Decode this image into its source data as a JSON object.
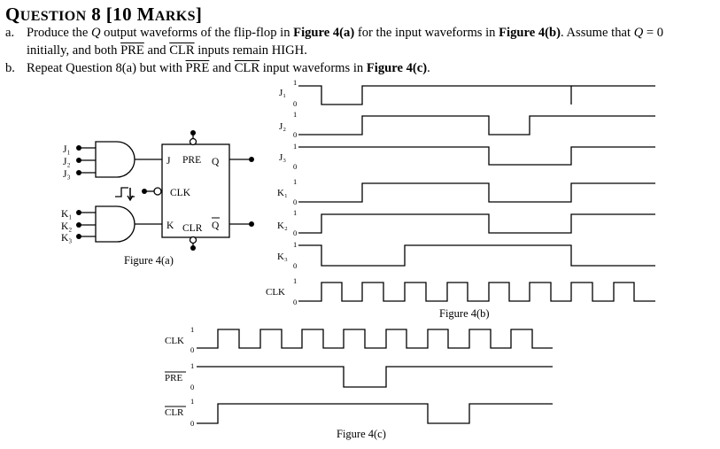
{
  "heading": {
    "prefix": "Q",
    "rest": "UESTION",
    "number": " 8 [10 ",
    "marks_m": "M",
    "marks_rest": "ARKS",
    "close": "]"
  },
  "part_a": {
    "label": "a.",
    "t1": "Produce the ",
    "q1": "Q",
    "t2": " output waveforms of the flip-flop in ",
    "fig1": "Figure 4(a)",
    "t3": " for the input waveforms in ",
    "fig2": "Figure 4(b)",
    "t4": ". Assume that ",
    "q2": "Q",
    "t5": " = 0",
    "line2_a": "initially, and both ",
    "pre": "PRE",
    "and": " and ",
    "clr": "CLR",
    "line2_b": " inputs remain HIGH."
  },
  "part_b": {
    "label": "b.",
    "t1": "Repeat Question 8(a) but with ",
    "pre": "PRE",
    "and": " and ",
    "clr": "CLR",
    "t2": " input waveforms in ",
    "fig": "Figure 4(c)",
    "t3": "."
  },
  "fig_a": {
    "caption": "Figure 4(a)",
    "inputs_j": [
      "J₁",
      "J₂",
      "J₃"
    ],
    "inputs_k": [
      "K₁",
      "K₂",
      "K₃"
    ],
    "pin_j": "J",
    "pin_pre": "PRE",
    "pin_q": "Q",
    "pin_clk": "CLK",
    "pin_k": "K",
    "pin_clr": "CLR",
    "pin_qbar": "Q"
  },
  "fig_b": {
    "caption": "Figure 4(b)",
    "signals": [
      {
        "label": "J₁",
        "hi": "1",
        "lo": "0"
      },
      {
        "label": "J₂",
        "hi": "1",
        "lo": "0"
      },
      {
        "label": "J₃",
        "hi": "1",
        "lo": "0"
      },
      {
        "label": "K₁",
        "hi": "1",
        "lo": "0"
      },
      {
        "label": "K₂",
        "hi": "1",
        "lo": "0"
      },
      {
        "label": "K₃",
        "hi": "1",
        "lo": "0"
      },
      {
        "label": "CLK",
        "hi": "1",
        "lo": "0"
      }
    ]
  },
  "fig_c": {
    "caption": "Figure 4(c)",
    "signals": [
      {
        "label": "CLK",
        "hi": "1",
        "lo": "0"
      },
      {
        "label": "PRE",
        "hi": "1",
        "lo": "0"
      },
      {
        "label": "CLR",
        "hi": "1",
        "lo": "0"
      }
    ]
  }
}
